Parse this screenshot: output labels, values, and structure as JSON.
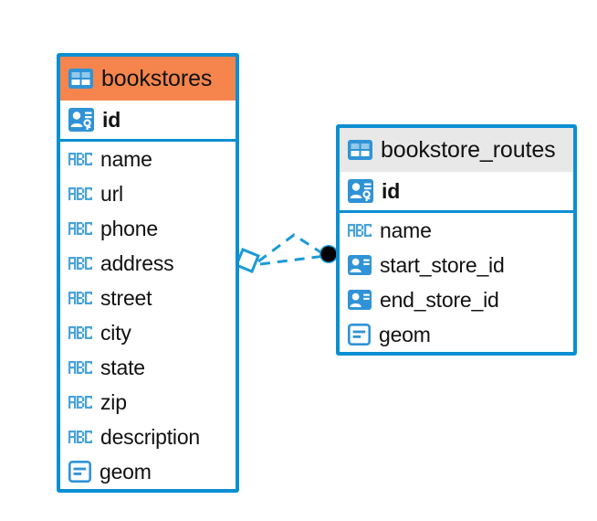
{
  "diagram": {
    "type": "entity-relationship-diagram",
    "colors": {
      "border_blue": "#0a8fd2",
      "header_selected_orange": "#f5854d",
      "header_plain_gray": "#e8e8e8",
      "icon_blue": "#2f93d6",
      "text_black": "#111111",
      "connector_blue": "#1c9ad6",
      "endpoint_black": "#000000",
      "canvas_white": "#ffffff"
    },
    "entities": [
      {
        "name": "bookstores",
        "header_icon": "table-icon",
        "header_state": "selected",
        "fields": [
          {
            "name": "id",
            "icon": "primary-key-icon",
            "key": "primary"
          },
          {
            "name": "name",
            "icon": "abc-text-icon",
            "key": "none"
          },
          {
            "name": "url",
            "icon": "abc-text-icon",
            "key": "none"
          },
          {
            "name": "phone",
            "icon": "abc-text-icon",
            "key": "none"
          },
          {
            "name": "address",
            "icon": "abc-text-icon",
            "key": "none"
          },
          {
            "name": "street",
            "icon": "abc-text-icon",
            "key": "none"
          },
          {
            "name": "city",
            "icon": "abc-text-icon",
            "key": "none"
          },
          {
            "name": "state",
            "icon": "abc-text-icon",
            "key": "none"
          },
          {
            "name": "zip",
            "icon": "abc-text-icon",
            "key": "none"
          },
          {
            "name": "description",
            "icon": "abc-text-icon",
            "key": "none"
          },
          {
            "name": "geom",
            "icon": "geometry-icon",
            "key": "none"
          }
        ]
      },
      {
        "name": "bookstore_routes",
        "header_icon": "table-icon",
        "header_state": "plain",
        "fields": [
          {
            "name": "id",
            "icon": "primary-key-icon",
            "key": "primary"
          },
          {
            "name": "name",
            "icon": "abc-text-icon",
            "key": "none"
          },
          {
            "name": "start_store_id",
            "icon": "foreign-key-icon",
            "key": "foreign"
          },
          {
            "name": "end_store_id",
            "icon": "foreign-key-icon",
            "key": "foreign"
          },
          {
            "name": "geom",
            "icon": "geometry-icon",
            "key": "none"
          }
        ]
      }
    ],
    "relationship": {
      "from_entity": "bookstores",
      "to_entity": "bookstore_routes",
      "line_style": "dashed",
      "source_marker": "diamond-outline",
      "target_marker": "filled-circle"
    }
  }
}
